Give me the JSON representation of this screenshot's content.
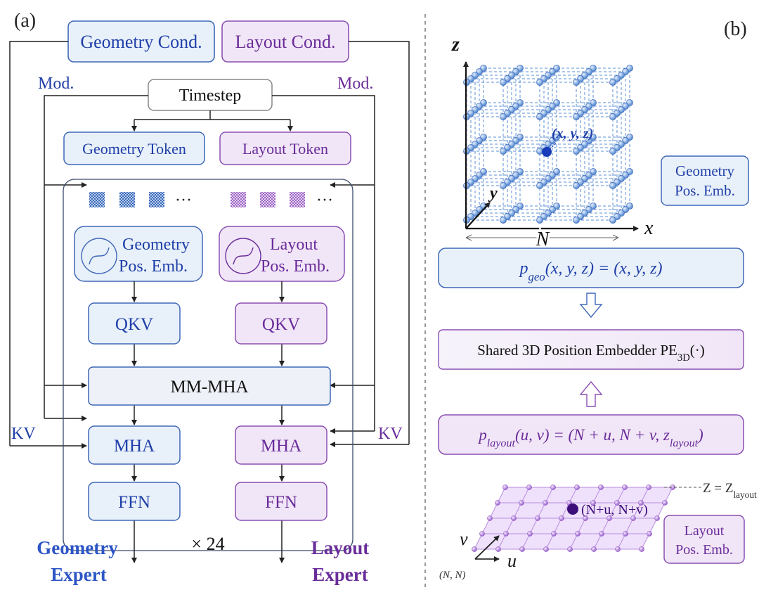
{
  "panel_a": {
    "label": "(a)",
    "geometry_cond": "Geometry Cond.",
    "layout_cond": "Layout Cond.",
    "mod_left": "Mod.",
    "mod_right": "Mod.",
    "timestep": "Timestep",
    "geometry_token": "Geometry Token",
    "layout_token": "Layout Token",
    "ellipsis_left": "···",
    "ellipsis_right": "···",
    "geo_pos_emb_line1": "Geometry",
    "geo_pos_emb_line2": "Pos. Emb.",
    "lay_pos_emb_line1": "Layout",
    "lay_pos_emb_line2": "Pos. Emb.",
    "qkv_left": "QKV",
    "qkv_right": "QKV",
    "mm_mha": "MM-MHA",
    "mha_left": "MHA",
    "mha_right": "MHA",
    "ffn_left": "FFN",
    "ffn_right": "FFN",
    "kv_left": "KV",
    "kv_right": "KV",
    "repeat": "× 24",
    "geometry_expert_line1": "Geometry",
    "geometry_expert_line2": "Expert",
    "layout_expert_line1": "Layout",
    "layout_expert_line2": "Expert"
  },
  "panel_b": {
    "label": "(b)",
    "axis_z": "z",
    "axis_y": "y",
    "axis_x": "x",
    "axis_n": "N",
    "point_xyz": "(x, y, z)",
    "geo_pos_emb_line1": "Geometry",
    "geo_pos_emb_line2": "Pos. Emb.",
    "p_geo_formula": "p_geo(x, y, z) = (x, y, z)",
    "shared_embedder": "Shared 3D Position Embedder PE_3D(·)",
    "p_layout_formula": "p_layout(u, v) = (N + u, N + v, z_layout)",
    "z_layout_label": "Z = Z_layout",
    "point_uv": "(N+u, N+v)",
    "axis_v": "v",
    "axis_u": "u",
    "origin_label": "(N, N)",
    "lay_pos_emb_line1": "Layout",
    "lay_pos_emb_line2": "Pos. Emb."
  },
  "colors": {
    "blue_text": "#1f3fa8",
    "blue_fill": "#e8f0fa",
    "blue_border": "#3f68b8",
    "purple_text": "#6a2c9a",
    "purple_fill": "#f1e6f7",
    "purple_border": "#8a4fb3",
    "cube_node": "#6fa6e3",
    "grid_node": "#b488e0"
  }
}
